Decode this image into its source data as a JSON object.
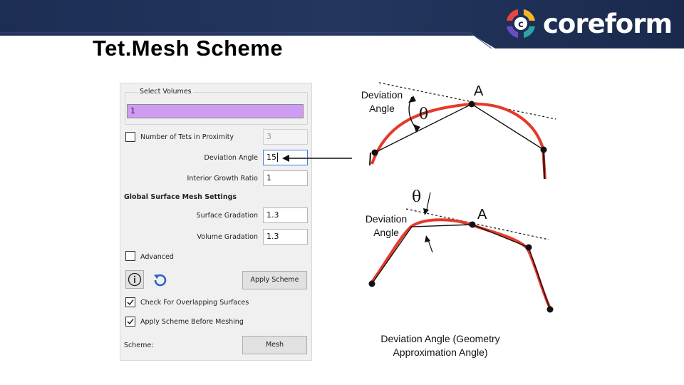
{
  "slide": {
    "title": "Tet.Mesh Scheme",
    "brand": "coreform",
    "banner_color": "#1a2a4d",
    "brand_colors": [
      "#e8473f",
      "#f5b625",
      "#2aa7a0",
      "#6a4cc4"
    ]
  },
  "panel": {
    "select_volumes_label": "Select Volumes",
    "select_volumes_value": "1",
    "select_volumes_highlight": "#cf9cf4",
    "num_tets_label": "Number of Tets in Proximity",
    "num_tets_value": "3",
    "num_tets_checked": false,
    "deviation_angle_label": "Deviation Angle",
    "deviation_angle_value": "15",
    "interior_growth_label": "Interior Growth Ratio",
    "interior_growth_value": "1",
    "global_surface_label": "Global Surface Mesh Settings",
    "surface_gradation_label": "Surface Gradation",
    "surface_gradation_value": "1.3",
    "volume_gradation_label": "Volume Gradation",
    "volume_gradation_value": "1.3",
    "advanced_label": "Advanced",
    "advanced_checked": false,
    "info_icon": "info-icon",
    "reset_icon": "reset-icon",
    "apply_scheme_label": "Apply Scheme",
    "check_overlapping_label": "Check For Overlapping Surfaces",
    "check_overlapping_checked": true,
    "apply_before_meshing_label": "Apply Scheme Before Meshing",
    "apply_before_meshing_checked": true,
    "scheme_label": "Scheme:",
    "mesh_label": "Mesh"
  },
  "diagrams": {
    "top_angle_label": [
      "Deviation",
      "Angle"
    ],
    "top_point_label": "A",
    "top_theta": "θ",
    "bottom_angle_label": [
      "Deviation",
      "Angle"
    ],
    "bottom_point_label": "A",
    "bottom_theta": "θ",
    "caption": [
      "Deviation Angle (Geometry",
      "Approximation Angle)"
    ],
    "curve_color": "#e53a2a"
  }
}
